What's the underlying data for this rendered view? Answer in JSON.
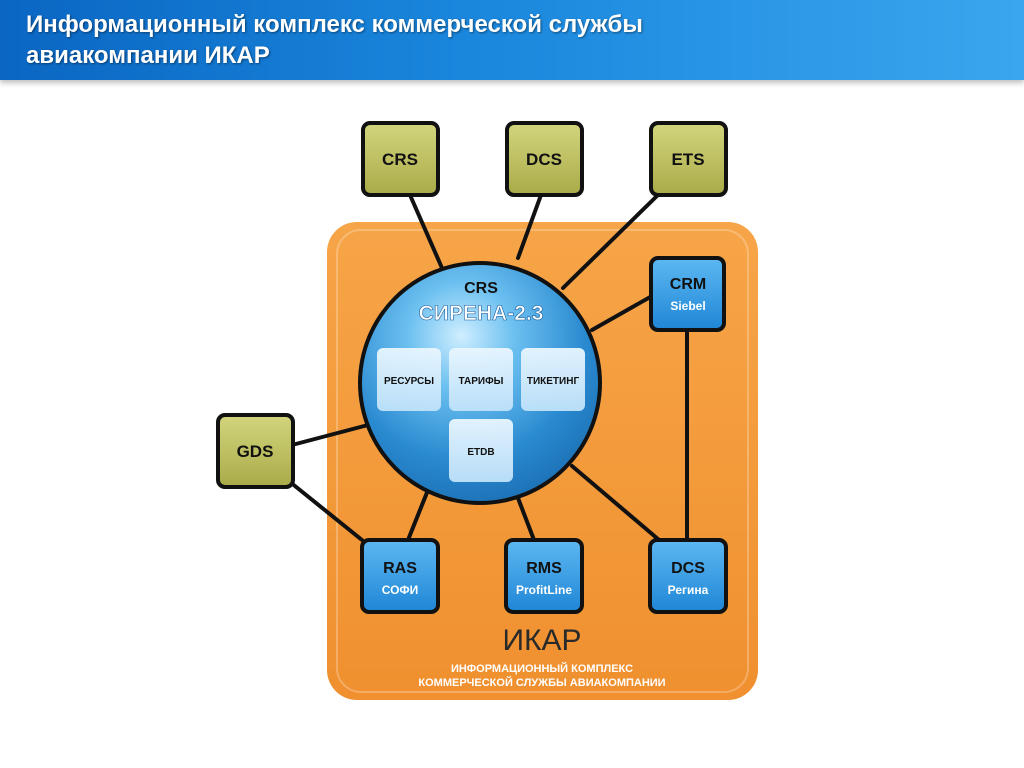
{
  "header": {
    "title_line1": "Информационный комплекс коммерческой службы",
    "title_line2": "авиакомпании ИКАР"
  },
  "colors": {
    "header_blue": "#1a86dc",
    "panel_orange": "#f39a3b",
    "external_node": "#b8ba5a",
    "internal_node": "#2f9be8",
    "sphere_blue": "#2f8fd2"
  },
  "diagram": {
    "external": {
      "crs": "CRS",
      "dcs": "DCS",
      "ets": "ETS",
      "gds": "GDS"
    },
    "sphere": {
      "title": "CRS",
      "subtitle": "СИРЕНА-2.3",
      "modules": {
        "resources": "РЕСУРСЫ",
        "tariffs": "ТАРИФЫ",
        "ticketing": "ТИКЕТИНГ",
        "etdb": "ETDB"
      }
    },
    "internal": {
      "crm": {
        "title": "CRM",
        "subtitle": "Siebel"
      },
      "ras": {
        "title": "RAS",
        "subtitle": "СОФИ"
      },
      "rms": {
        "title": "RMS",
        "subtitle": "ProfitLine"
      },
      "dcs": {
        "title": "DCS",
        "subtitle": "Регина"
      }
    },
    "panel": {
      "name": "ИКАР",
      "caption_line1": "ИНФОРМАЦИОННЫЙ КОМПЛЕКС",
      "caption_line2": "КОММЕРЧЕСКОЙ СЛУЖБЫ АВИАКОМПАНИИ"
    }
  }
}
